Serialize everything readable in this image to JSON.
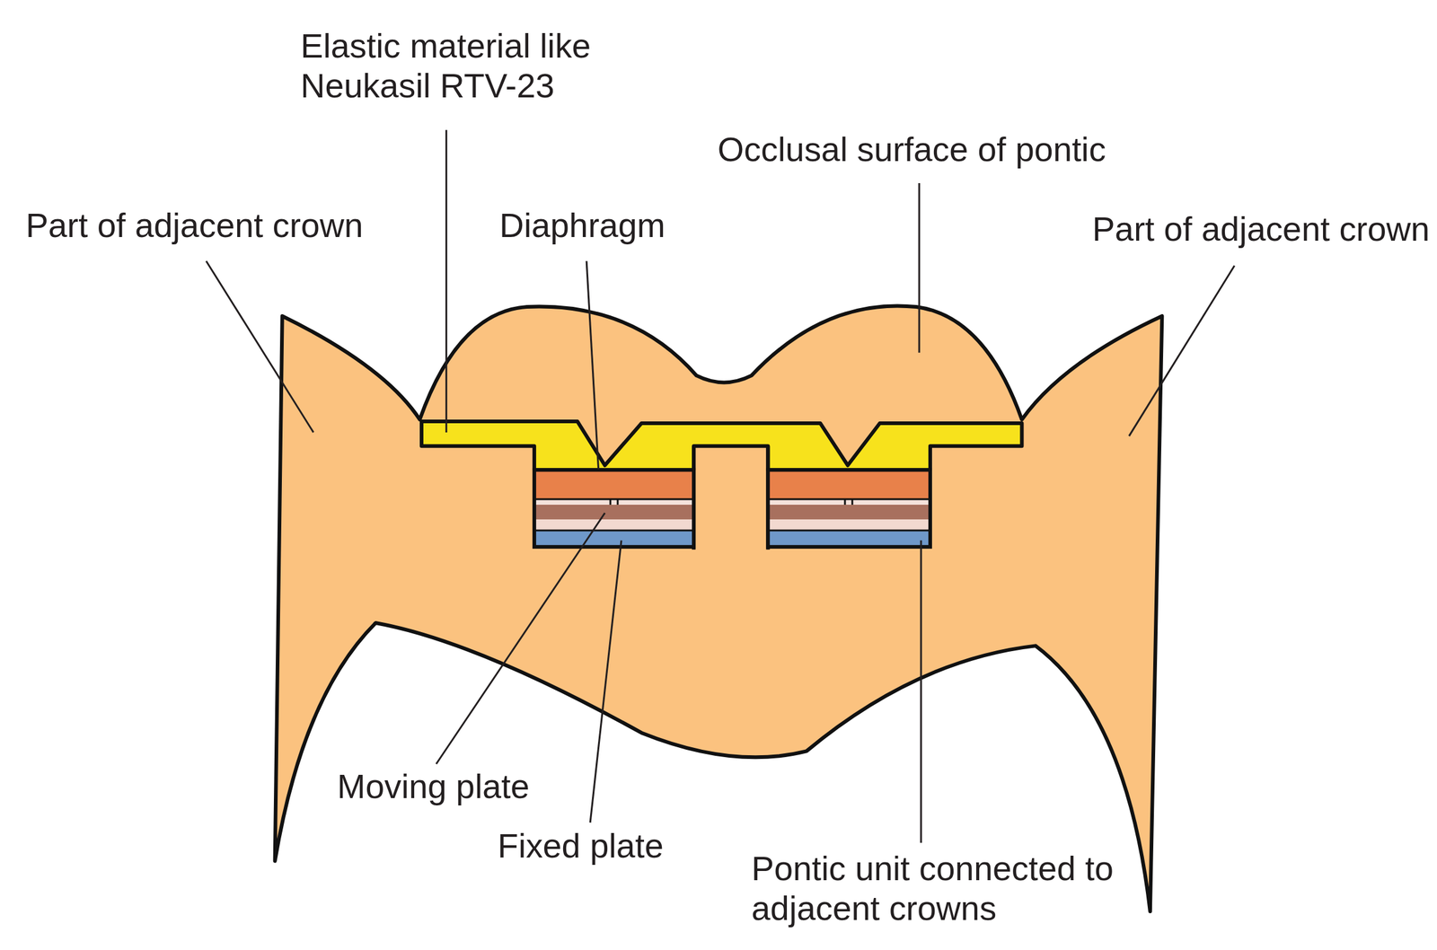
{
  "diagram": {
    "labels": [
      "Elastic material like Neukasil RTV-23",
      "Occlusal surface of pontic",
      "Part of adjacent crown",
      "Diaphragm",
      "Part of adjacent crown",
      "Moving plate",
      "Fixed plate",
      "Pontic unit connected to adjacent crowns"
    ]
  }
}
